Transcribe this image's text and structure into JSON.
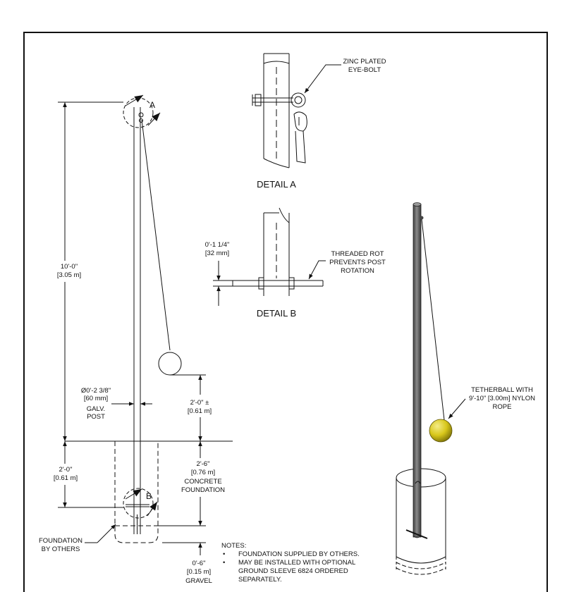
{
  "detail_a": {
    "title": "DETAIL  A",
    "callout": [
      "ZINC PLATED",
      "EYE-BOLT"
    ]
  },
  "detail_b": {
    "title": "DETAIL  B",
    "dim": [
      "0'-1 1/4\"",
      "[32 mm]"
    ],
    "callout": [
      "THREADED ROT",
      "PREVENTS POST",
      "ROTATION"
    ]
  },
  "elevation": {
    "marker_a": "A",
    "marker_b": "B",
    "height_dim": [
      "10'-0\"",
      "[3.05 m]"
    ],
    "post_dim": [
      "Ø0'-2 3/8\"",
      "[60 mm]",
      "GALV.",
      "POST"
    ],
    "ball_height": [
      "2'-0\" ±",
      "[0.61 m]"
    ],
    "embed_dim": [
      "2'-0\"",
      "[0.61 m]"
    ],
    "concrete": [
      "2'-6\"",
      "[0.76 m]",
      "CONCRETE",
      "FOUNDATION"
    ],
    "foundation_label": [
      "FOUNDATION",
      "BY OTHERS"
    ],
    "gravel": [
      "0'-6\"",
      "[0.15 m]",
      "GRAVEL"
    ]
  },
  "iso": {
    "callout": [
      "TETHERBALL WITH",
      "9'-10\" [3.00m] NYLON",
      "ROPE"
    ],
    "ball_color": "#d8c71a"
  },
  "notes": {
    "heading": "NOTES:",
    "items": [
      [
        "FOUNDATION SUPPLIED BY OTHERS."
      ],
      [
        "MAY BE INSTALLED WITH OPTIONAL",
        "GROUND  SLEEVE 6824 ORDERED",
        "SEPARATELY."
      ]
    ]
  }
}
